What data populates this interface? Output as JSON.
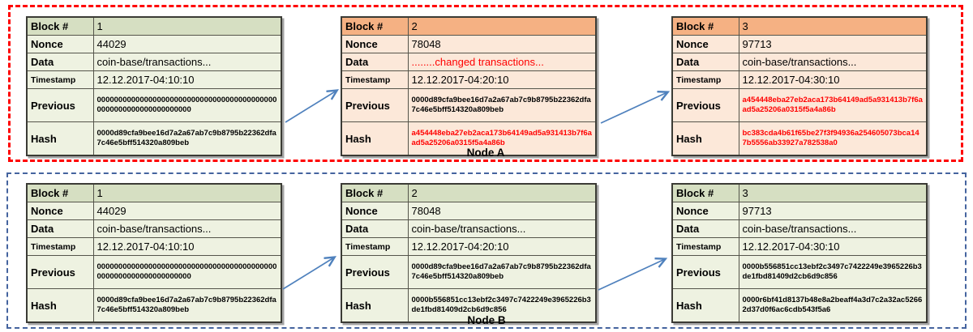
{
  "colors": {
    "node_a_border": "#ff0000",
    "node_b_border": "#45649f",
    "arrow": "#4f81bd",
    "red_text": "#ff0000",
    "green_header": "#d6dfc2",
    "green_body": "#eef2e1",
    "orange_header": "#f5b183",
    "orange_body": "#fce8d9",
    "table_border": "#3b3b35",
    "text": "#000000"
  },
  "field_labels": {
    "block": "Block #",
    "nonce": "Nonce",
    "data": "Data",
    "timestamp": "Timestamp",
    "previous": "Previous",
    "hash": "Hash"
  },
  "nodes": [
    {
      "label": "Node A",
      "blocks": [
        {
          "theme": "green",
          "number": "1",
          "nonce": "44029",
          "data": "coin-base/transactions...",
          "timestamp": "12.12.2017-04:10:10",
          "previous": "0000000000000000000000000000000000000000000000000000000000000000",
          "hash": "0000d89cfa9bee16d7a2a67ab7c9b8795b22362dfa7c46e5bff514320a809beb",
          "red_fields": []
        },
        {
          "theme": "orange",
          "number": "2",
          "nonce": "78048",
          "data": "........changed transactions...",
          "timestamp": "12.12.2017-04:20:10",
          "previous": "0000d89cfa9bee16d7a2a67ab7c9b8795b22362dfa7c46e5bff514320a809beb",
          "hash": "a454448eba27eb2aca173b64149ad5a931413b7f6aad5a25206a0315f5a4a86b",
          "red_fields": [
            "data",
            "hash"
          ]
        },
        {
          "theme": "orange",
          "number": "3",
          "nonce": "97713",
          "data": "coin-base/transactions...",
          "timestamp": "12.12.2017-04:30:10",
          "previous": "a454448eba27eb2aca173b64149ad5a931413b7f6aad5a25206a0315f5a4a86b",
          "hash": "bc383cda4b61f65be27f3f94936a254605073bca147b5556ab33927a782538a0",
          "red_fields": [
            "previous",
            "hash"
          ]
        }
      ]
    },
    {
      "label": "Node B",
      "blocks": [
        {
          "theme": "green",
          "number": "1",
          "nonce": "44029",
          "data": "coin-base/transactions...",
          "timestamp": "12.12.2017-04:10:10",
          "previous": "0000000000000000000000000000000000000000000000000000000000000000",
          "hash": "0000d89cfa9bee16d7a2a67ab7c9b8795b22362dfa7c46e5bff514320a809beb",
          "red_fields": []
        },
        {
          "theme": "green",
          "number": "2",
          "nonce": "78048",
          "data": "coin-base/transactions...",
          "timestamp": "12.12.2017-04:20:10",
          "previous": "0000d89cfa9bee16d7a2a67ab7c9b8795b22362dfa7c46e5bff514320a809beb",
          "hash": "0000b556851cc13ebf2c3497c7422249e3965226b3de1fbd81409d2cb6d9c856",
          "red_fields": []
        },
        {
          "theme": "green",
          "number": "3",
          "nonce": "97713",
          "data": "coin-base/transactions...",
          "timestamp": "12.12.2017-04:30:10",
          "previous": "0000b556851cc13ebf2c3497c7422249e3965226b3de1fbd81409d2cb6d9c856",
          "hash": "0000r6bf41d8137b48e8a2beaff4a3d7c2a32ac52662d37d0f6ac6cdb543f5a6",
          "red_fields": []
        }
      ]
    }
  ]
}
